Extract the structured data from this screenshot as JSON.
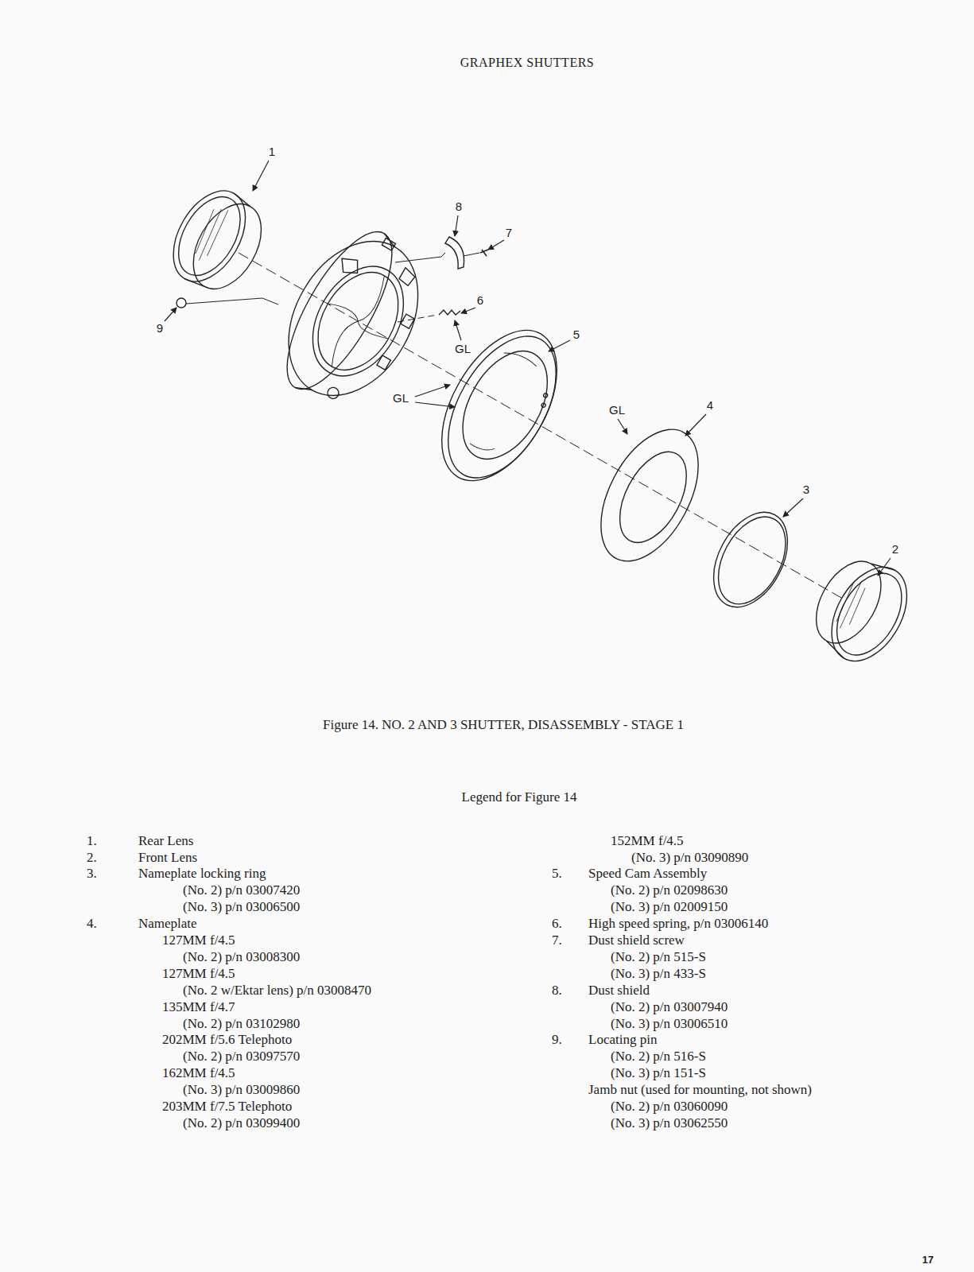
{
  "diagram": {
    "title": "GRAPHEX SHUTTERS",
    "caption": "Figure 14. NO. 2 AND 3 SHUTTER, DISASSEMBLY - STAGE 1",
    "labels": [
      "1",
      "8",
      "7",
      "9",
      "6",
      "GL",
      "5",
      "GL",
      "GL",
      "4",
      "3",
      "2",
      "Legend for Figure 14",
      "1.",
      "Rear Lens",
      "2.",
      "Front Lens",
      "3.",
      "Nameplate locking ring",
      "(No. 2) p/n 03007420",
      "(No. 3) p/n 03006500",
      "4.",
      "Nameplate",
      "127MM f/4.5",
      "(No. 2) p/n 03008300",
      "127MM f/4.5",
      "(No. 2 w/Ektar lens) p/n 03008470",
      "135MM f/4.7",
      "(No. 2) p/n 03102980",
      "202MM f/5.6 Telephoto",
      "(No. 2) p/n 03097570",
      "162MM f/4.5",
      "(No. 3) p/n 03009860",
      "203MM f/7.5 Telephoto",
      "(No. 2) p/n 03099400",
      "152MM f/4.5",
      "(No. 3) p/n 03090890",
      "5.",
      "Speed Cam Assembly",
      "(No. 2) p/n 02098630",
      "(No. 3) p/n 02009150",
      "6.",
      "High speed spring, p/n 03006140",
      "7.",
      "Dust shield screw",
      "(No. 2) p/n 515-S",
      "(No. 3) p/n 433-S",
      "8.",
      "Dust shield",
      "(No. 2) p/n 03007940",
      "(No. 3) p/n 03006510",
      "9.",
      "Locating pin",
      "(No. 2) p/n 516-S",
      "(No. 3) p/n 151-S",
      "Jamb nut (used for mounting, not shown)",
      "(No. 2) p/n 03060090",
      "(No. 3) p/n 03062550",
      "17"
    ]
  }
}
